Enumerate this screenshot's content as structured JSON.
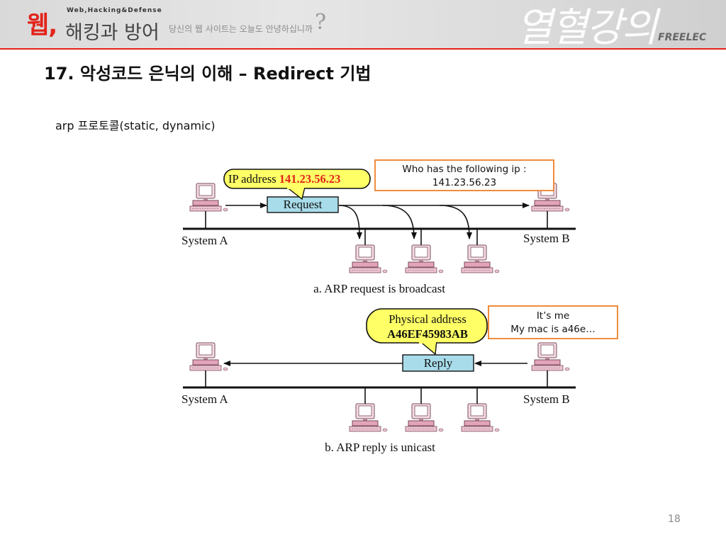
{
  "header": {
    "logo_web": "웹,",
    "logo_english": "Web,Hacking&Defense",
    "logo_korean": "해킹과 방어",
    "tagline": "당신의 웹 사이트는 오늘도 안녕하십니까",
    "tagline_mark": "?",
    "decorative_text": "열혈강의",
    "publisher": "FREELEC"
  },
  "slide": {
    "title": "17. 악성코드 은닉의 이해 – Redirect 기법",
    "subtitle": "arp 프로토콜(static, dynamic)",
    "page_number": "18"
  },
  "diagram_a": {
    "bubble_label": "IP address",
    "bubble_value": "141.23.56.23",
    "request_label": "Request",
    "system_a": "System A",
    "system_b": "System B",
    "caption": "a. ARP request is broadcast"
  },
  "diagram_b": {
    "bubble_label": "Physical address",
    "bubble_value": "A46EF45983AB",
    "reply_label": "Reply",
    "system_a": "System A",
    "system_b": "System B",
    "caption": "b. ARP reply is unicast"
  },
  "callouts": {
    "request_line1": "Who has the following ip :",
    "request_line2": "141.23.56.23",
    "reply_line1": "It’s me",
    "reply_line2": "My mac is a46e…"
  },
  "colors": {
    "accent_red": "#e2231a",
    "callout_border": "#f08c3c",
    "message_box_fill": "#a8dcea",
    "bubble_fill": "#ffff66",
    "computer_pink": "#e2a4ba"
  }
}
